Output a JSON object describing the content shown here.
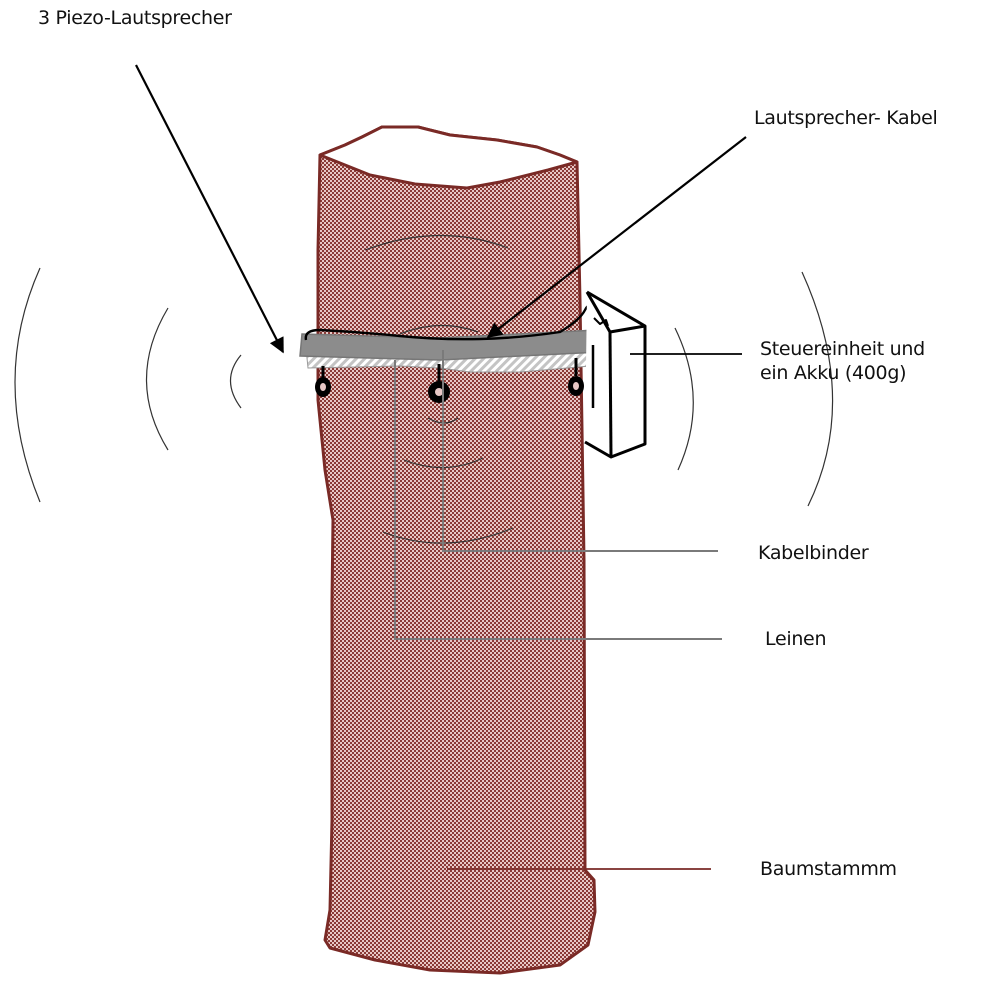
{
  "labels": {
    "piezo_speakers": "3 Piezo-Lautsprecher",
    "speaker_cable": "Lautsprecher- Kabel",
    "control_unit_line1": "Steuereinheit und",
    "control_unit_line2": "ein Akku (400g)",
    "cable_tie": "Kabelbinder",
    "strap": "Leinen",
    "trunk": "Baumstammm"
  },
  "colors": {
    "trunk_outline": "#7a2a26",
    "trunk_fill_dark": "#8a3a36",
    "trunk_fill_light": "#e8c8c6",
    "band": "#8c8c8c",
    "strap_hatch": "#bdbdbd",
    "leader_gray": "#7a7a7a",
    "ink": "#000000"
  }
}
